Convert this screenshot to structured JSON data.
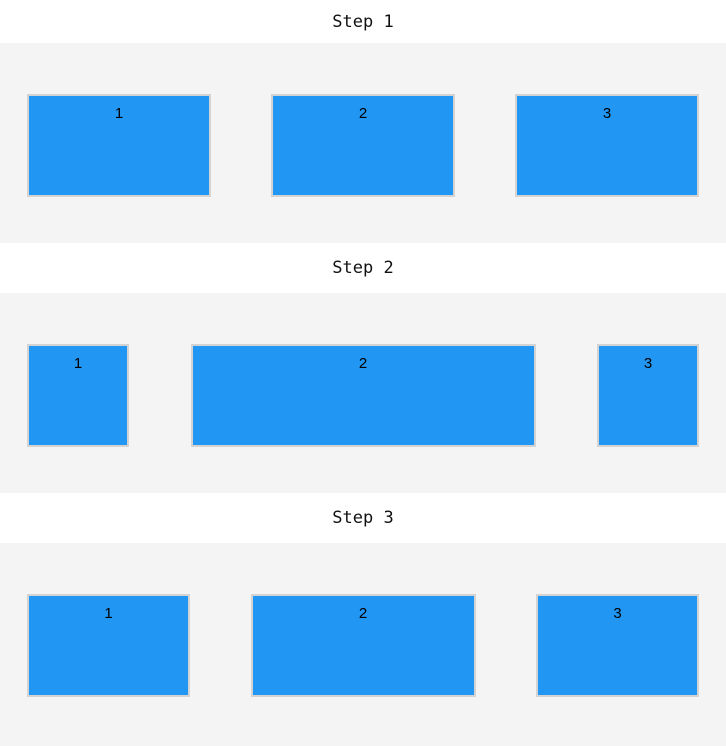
{
  "colors": {
    "page_background": "#ffffff",
    "section_background": "#f4f4f4",
    "box_fill": "#2196f3",
    "box_border": "#d3d3d3",
    "title_text": "#111111",
    "box_text": "#000000"
  },
  "steps": [
    {
      "title": "Step 1",
      "boxes": [
        {
          "label": "1"
        },
        {
          "label": "2"
        },
        {
          "label": "3"
        }
      ]
    },
    {
      "title": "Step 2",
      "boxes": [
        {
          "label": "1"
        },
        {
          "label": "2"
        },
        {
          "label": "3"
        }
      ]
    },
    {
      "title": "Step 3",
      "boxes": [
        {
          "label": "1"
        },
        {
          "label": "2"
        },
        {
          "label": "3"
        }
      ]
    }
  ]
}
